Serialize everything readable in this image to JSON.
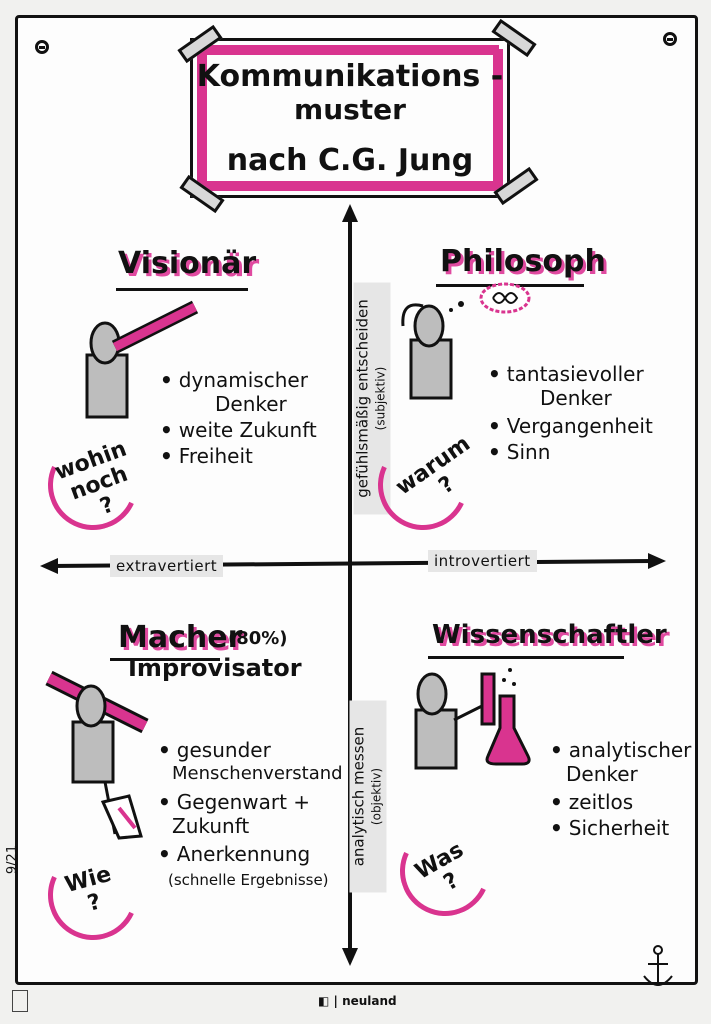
{
  "title": {
    "line1": "Kommunikations -",
    "line2": "muster",
    "line3": "nach C.G. Jung"
  },
  "axes": {
    "top": "gefühlsmäßig entscheiden",
    "top_sub": "(subjektiv)",
    "bottom": "analytisch messen",
    "bottom_sub": "(objektiv)",
    "left": "extravertiert",
    "right": "introvertiert"
  },
  "quadrants": {
    "visionaer": {
      "title": "Visionär",
      "bullets": [
        "dynamischer",
        "Denker",
        "weite Zukunft",
        "Freiheit"
      ],
      "question": [
        "wohin",
        "noch",
        "?"
      ]
    },
    "philosoph": {
      "title": "Philosoph",
      "bullets": [
        "tantasievoller",
        "Denker",
        "Vergangenheit",
        "Sinn"
      ],
      "question": [
        "warum",
        "?"
      ]
    },
    "macher": {
      "title": "Macher",
      "title_note": "(80%)",
      "subtitle": "Improvisator",
      "bullets": [
        "gesunder",
        "Menschenverstand",
        "Gegenwart +",
        "Zukunft",
        "Anerkennung",
        "(schnelle Ergebnisse)"
      ],
      "question": [
        "Wie",
        "?"
      ]
    },
    "wissenschaftler": {
      "title": "Wissenschaftler",
      "bullets": [
        "analytischer",
        "Denker",
        "zeitlos",
        "Sicherheit"
      ],
      "question": [
        "Was",
        "?"
      ]
    }
  },
  "side_note": "9/21",
  "footer_brand": "neuland",
  "colors": {
    "accent": "#d9348f",
    "ink": "#111111",
    "grey": "#bdbdbd"
  }
}
